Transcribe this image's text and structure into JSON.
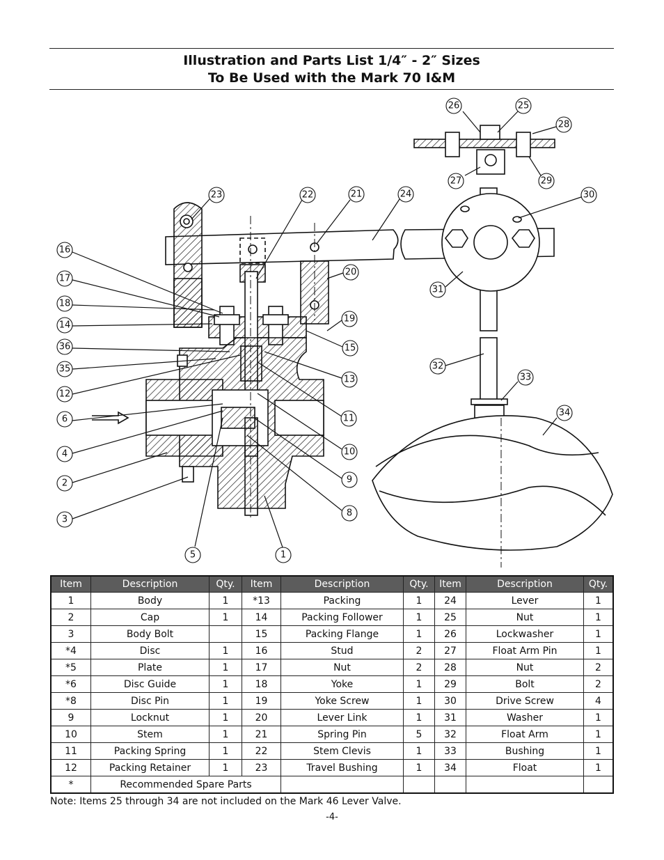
{
  "title": {
    "line1": "Illustration and Parts List 1/4″ - 2″ Sizes",
    "line2": "To Be Used with the Mark 70 I&M"
  },
  "callouts": [
    "26",
    "25",
    "28",
    "27",
    "29",
    "30",
    "23",
    "22",
    "21",
    "24",
    "20",
    "19",
    "15",
    "13",
    "11",
    "10",
    "9",
    "8",
    "1",
    "5",
    "16",
    "17",
    "18",
    "14",
    "36",
    "35",
    "12",
    "6",
    "4",
    "2",
    "3",
    "31",
    "32",
    "33",
    "34"
  ],
  "table": {
    "headers": [
      "Item",
      "Description",
      "Qty.",
      "Item",
      "Description",
      "Qty.",
      "Item",
      "Description",
      "Qty."
    ],
    "rows": [
      [
        "1",
        "Body",
        "1",
        "*13",
        "Packing",
        "1",
        "24",
        "Lever",
        "1"
      ],
      [
        "2",
        "Cap",
        "1",
        "14",
        "Packing Follower",
        "1",
        "25",
        "Nut",
        "1"
      ],
      [
        "3",
        "Body Bolt",
        "",
        "15",
        "Packing Flange",
        "1",
        "26",
        "Lockwasher",
        "1"
      ],
      [
        "*4",
        "Disc",
        "1",
        "16",
        "Stud",
        "2",
        "27",
        "Float Arm Pin",
        "1"
      ],
      [
        "*5",
        "Plate",
        "1",
        "17",
        "Nut",
        "2",
        "28",
        "Nut",
        "2"
      ],
      [
        "*6",
        "Disc Guide",
        "1",
        "18",
        "Yoke",
        "1",
        "29",
        "Bolt",
        "2"
      ],
      [
        "*8",
        "Disc Pin",
        "1",
        "19",
        "Yoke Screw",
        "1",
        "30",
        "Drive Screw",
        "4"
      ],
      [
        "9",
        "Locknut",
        "1",
        "20",
        "Lever Link",
        "1",
        "31",
        "Washer",
        "1"
      ],
      [
        "10",
        "Stem",
        "1",
        "21",
        "Spring Pin",
        "5",
        "32",
        "Float Arm",
        "1"
      ],
      [
        "11",
        "Packing Spring",
        "1",
        "22",
        "Stem Clevis",
        "1",
        "33",
        "Bushing",
        "1"
      ],
      [
        "12",
        "Packing Retainer",
        "1",
        "23",
        "Travel Bushing",
        "1",
        "34",
        "Float",
        "1"
      ]
    ],
    "footer_mark": "*",
    "footer_text": "Recommended Spare Parts"
  },
  "note": "Note:  Items 25 through 34 are not included on the Mark 46 Lever Valve.",
  "page_number": "-4-"
}
